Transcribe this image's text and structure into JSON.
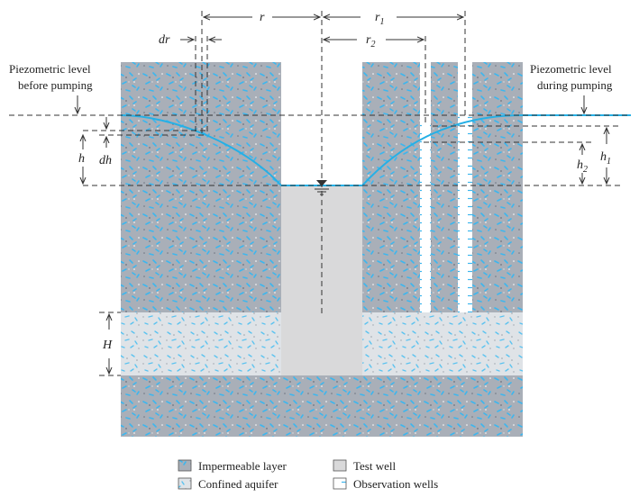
{
  "labels": {
    "piezo_before_line1": "Piezometric level",
    "piezo_before_line2": "before pumping",
    "piezo_during_line1": "Piezometric level",
    "piezo_during_line2": "during pumping",
    "r": "r",
    "r1": "r",
    "r1_sub": "1",
    "r2": "r",
    "r2_sub": "2",
    "dr": "dr",
    "h": "h",
    "dh": "dh",
    "h1": "h",
    "h1_sub": "1",
    "h2": "h",
    "h2_sub": "2",
    "H": "H"
  },
  "legend": {
    "impermeable": "Impermeable layer",
    "confined": "Confined aquifer",
    "test_well": "Test well",
    "observation": "Observation wells"
  },
  "colors": {
    "impermeable": "#a9afb8",
    "aquifer": "#dfe3e7",
    "well": "#d9d9da",
    "water": "#25b0e6",
    "speck_blue": "#3db6ee"
  }
}
